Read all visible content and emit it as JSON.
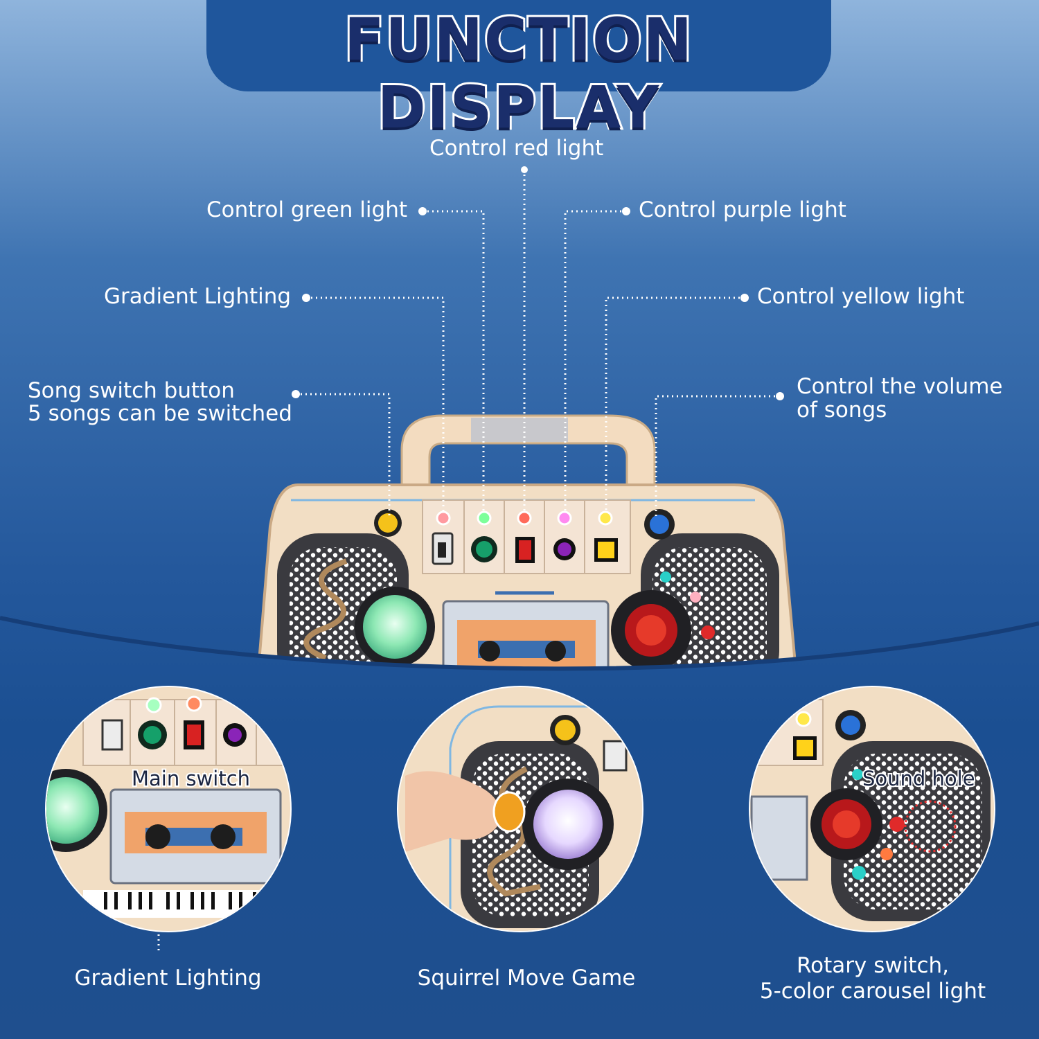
{
  "title": "FUNCTION DISPLAY",
  "callouts": {
    "control_red_light": "Control red light",
    "control_green_light": "Control green light",
    "control_purple_light": "Control purple light",
    "gradient_lighting": "Gradient Lighting",
    "control_yellow_light": "Control yellow light",
    "song_switch_line1": "Song switch button",
    "song_switch_line2": "5 songs can be switched",
    "volume_line1": "Control the volume",
    "volume_line2": "of songs"
  },
  "zoom_labels": {
    "main_switch": "Main switch",
    "sound_hole": "Sound hole"
  },
  "features": {
    "left": "Gradient Lighting",
    "center": "Squirrel Move Game",
    "right_line1": "Rotary switch,",
    "right_line2": "5-color carousel light"
  },
  "colors": {
    "background_dark": "#1f4f8e",
    "title_tab": "#1f569c",
    "wood": "#f1dcc0",
    "red_light": "#ff4a4a",
    "green_light": "#3ddc84",
    "purple_light": "#c44bd8",
    "yellow_light": "#ffd21a"
  }
}
